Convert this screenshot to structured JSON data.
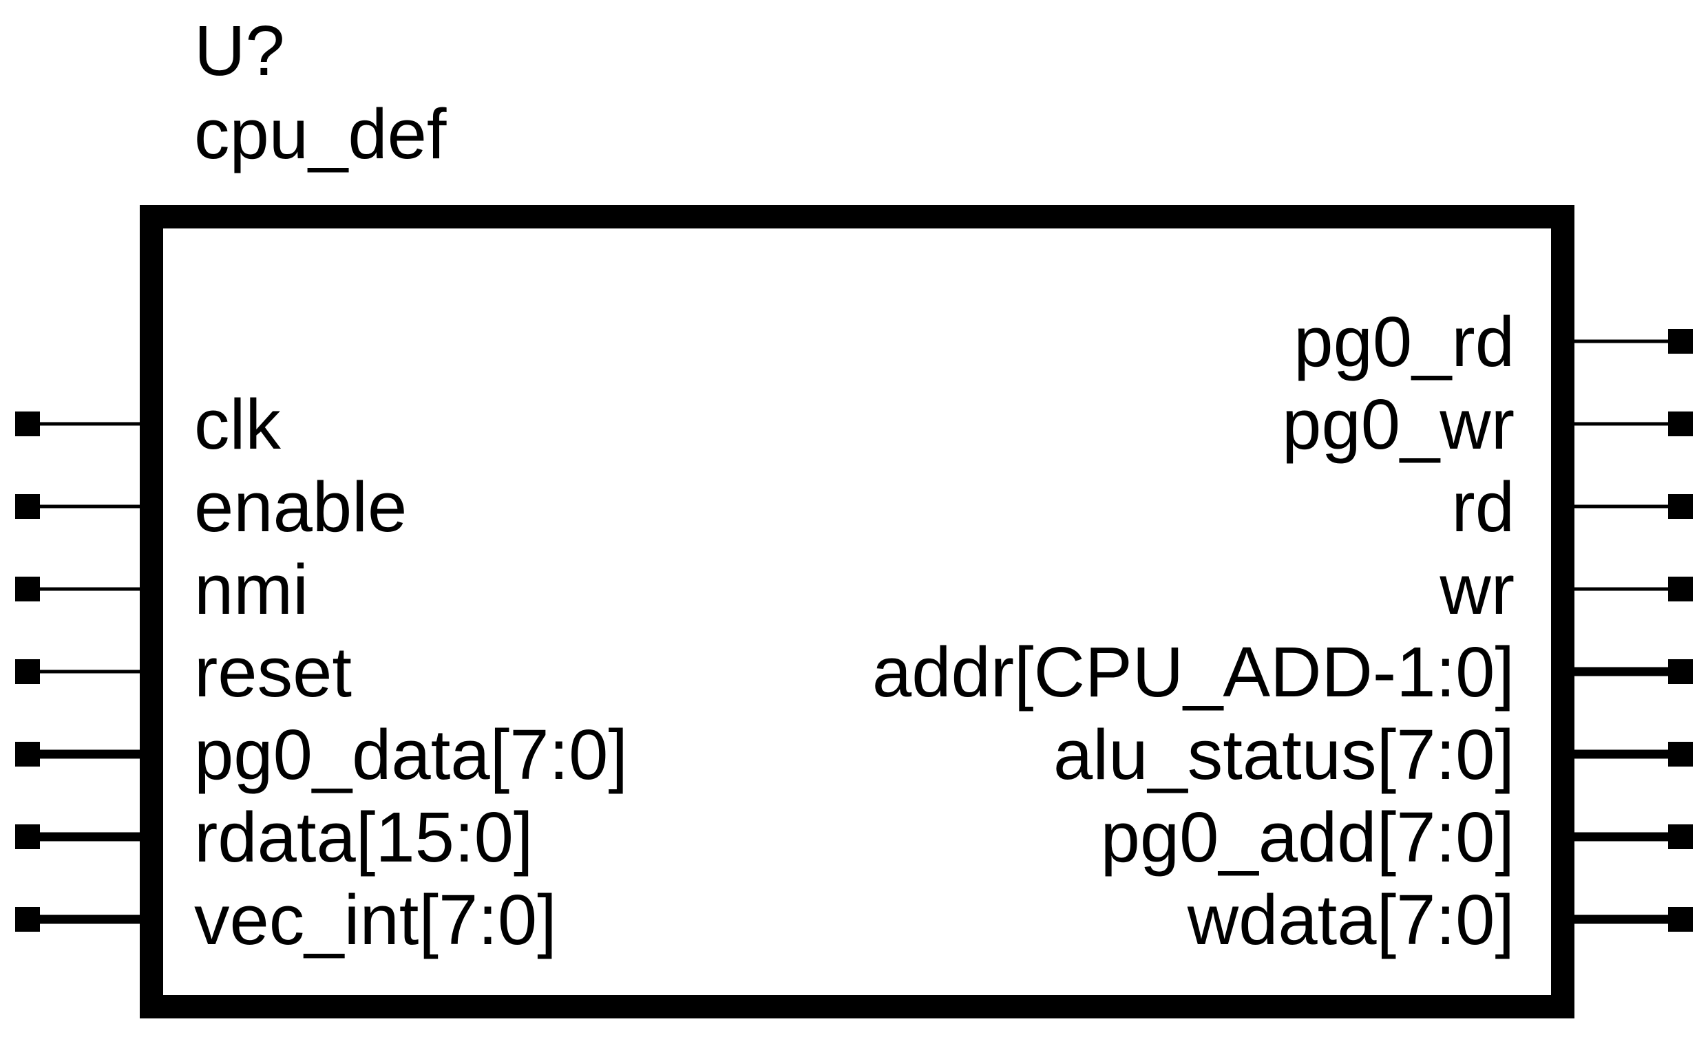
{
  "symbol": {
    "reference": "U?",
    "name": "cpu_def"
  },
  "input_pins": [
    {
      "label": "clk",
      "bus": false
    },
    {
      "label": "enable",
      "bus": false
    },
    {
      "label": "nmi",
      "bus": false
    },
    {
      "label": "reset",
      "bus": false
    },
    {
      "label": "pg0_data[7:0]",
      "bus": true
    },
    {
      "label": "rdata[15:0]",
      "bus": true
    },
    {
      "label": "vec_int[7:0]",
      "bus": true
    }
  ],
  "output_pins": [
    {
      "label": "pg0_rd",
      "bus": false
    },
    {
      "label": "pg0_wr",
      "bus": false
    },
    {
      "label": "rd",
      "bus": false
    },
    {
      "label": "wr",
      "bus": false
    },
    {
      "label": "addr[CPU_ADD-1:0]",
      "bus": true
    },
    {
      "label": "alu_status[7:0]",
      "bus": true
    },
    {
      "label": "pg0_add[7:0]",
      "bus": true
    },
    {
      "label": "wdata[7:0]",
      "bus": true
    }
  ],
  "colors": {
    "line": "#000000",
    "background": "#ffffff"
  }
}
